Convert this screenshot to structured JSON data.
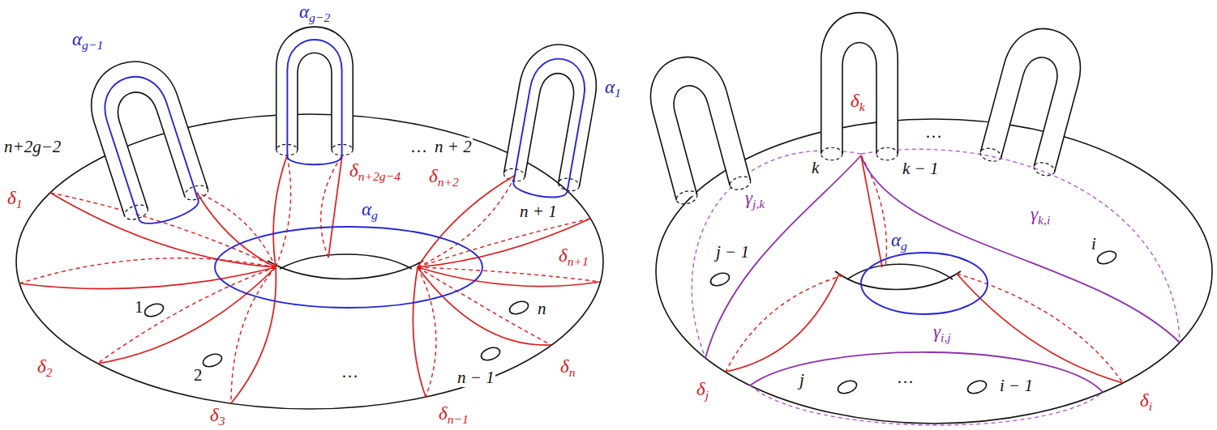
{
  "diagram": {
    "labels": [
      "αg−2",
      "αg−1",
      "α1",
      "n+2g−2",
      "δn+2g−4",
      "…",
      "n + 2",
      "δn+2",
      "n + 1",
      "αg",
      "δ1",
      "δn+1",
      "1",
      "n",
      "δ2",
      "2",
      "…",
      "n − 1",
      "δn",
      "δ3",
      "δn−1",
      "δk",
      "…",
      "k",
      "k − 1",
      "αg",
      "γj,k",
      "γk,i",
      "j − 1",
      "i",
      "γi,j",
      "j",
      "…",
      "i − 1",
      "δj",
      "δi"
    ]
  }
}
